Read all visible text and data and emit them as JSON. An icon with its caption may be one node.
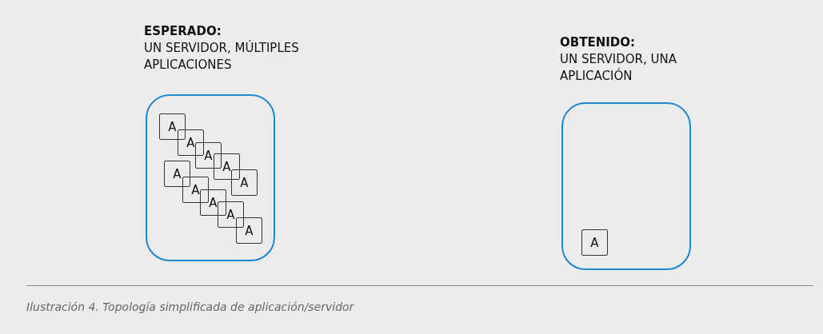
{
  "diagram": {
    "caption": "Ilustración 4. Topología simplificada de aplicación/servidor",
    "nodes": [
      {
        "text": [
          "ESPERADO:",
          "UN SERVIDOR, MÚLTIPLES APLICACIONES"
        ]
      },
      {
        "text": [
          "A"
        ],
        "in": 0
      },
      {
        "text": [
          "A"
        ],
        "in": 0
      },
      {
        "text": [
          "A"
        ],
        "in": 0
      },
      {
        "text": [
          "A"
        ],
        "in": 0
      },
      {
        "text": [
          "A"
        ],
        "in": 0
      },
      {
        "text": [
          "A"
        ],
        "in": 0
      },
      {
        "text": [
          "A"
        ],
        "in": 0
      },
      {
        "text": [
          "A"
        ],
        "in": 0
      },
      {
        "text": [
          "A"
        ],
        "in": 0
      },
      {
        "text": [
          "A"
        ],
        "in": 0
      },
      {
        "text": [
          "OBTENIDO:",
          "UN SERVIDOR, UNA APLICACIÓN"
        ]
      },
      {
        "text": [
          "A"
        ],
        "in": 11
      }
    ]
  }
}
